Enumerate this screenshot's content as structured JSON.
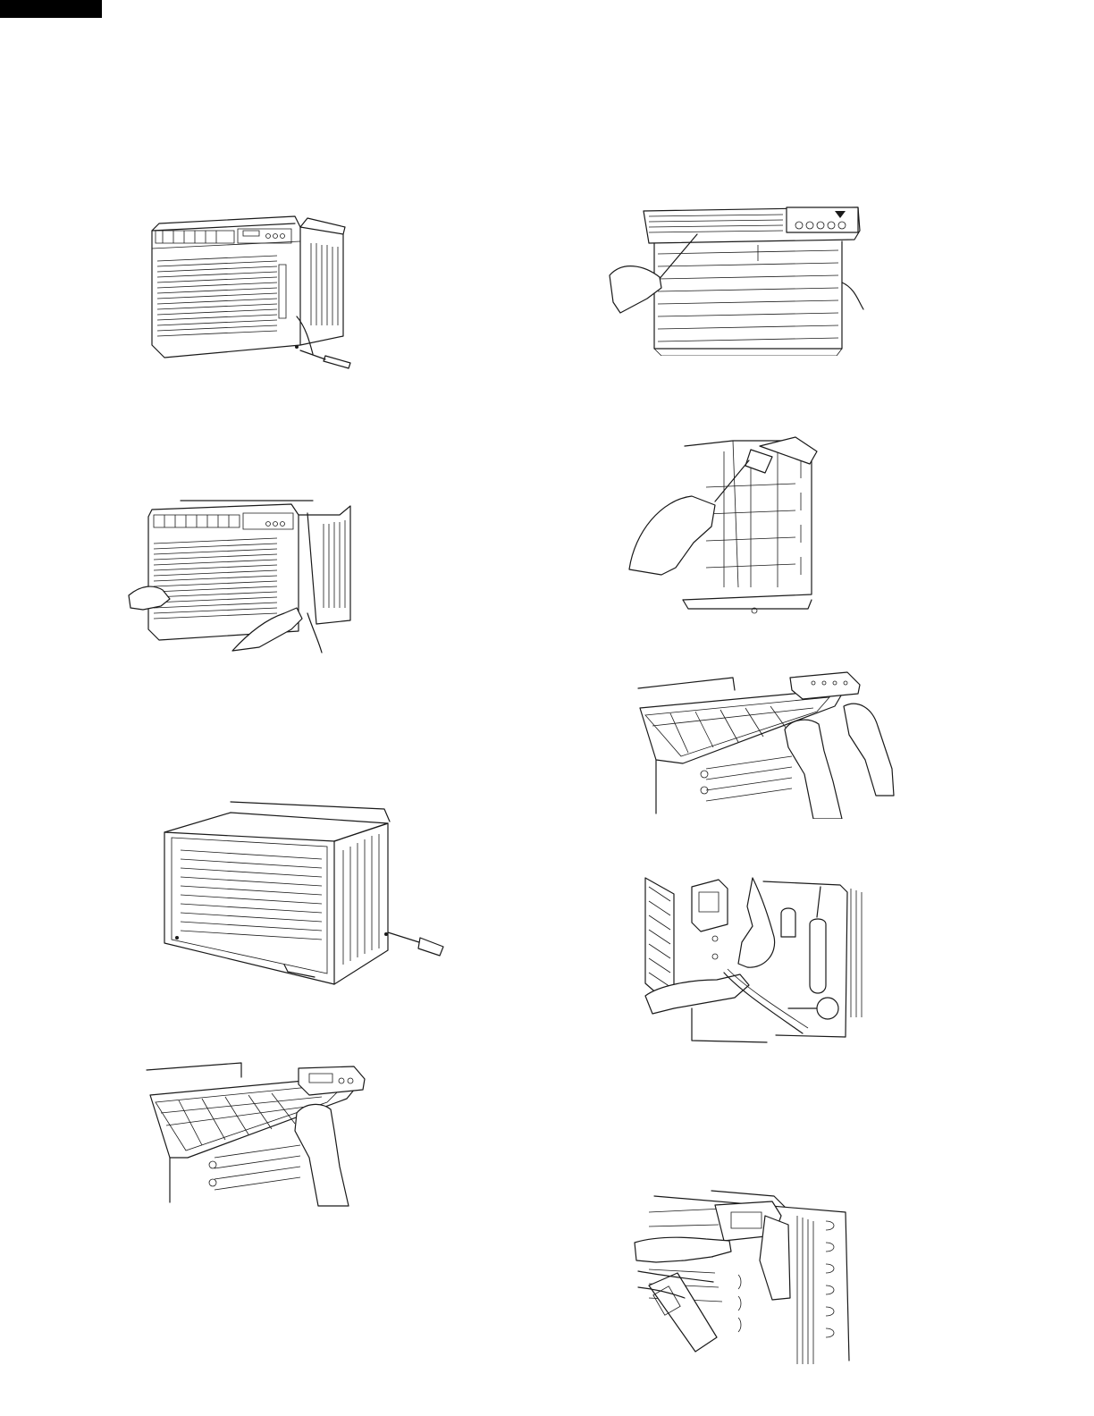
{
  "page": {
    "header_tab_color": "#000000",
    "line_color": "#1a1a1a",
    "background": "#ffffff"
  },
  "figures": [
    {
      "id": "front-screw",
      "icon": "air-conditioner-front-screw-removal-illustration"
    },
    {
      "id": "front-remove",
      "icon": "air-conditioner-front-panel-removal-illustration"
    },
    {
      "id": "rear-screw",
      "icon": "air-conditioner-rear-cabinet-screw-illustration"
    },
    {
      "id": "grille-lift",
      "icon": "grille-lift-illustration"
    },
    {
      "id": "top-screw",
      "icon": "control-panel-top-screw-illustration"
    },
    {
      "id": "side-screw",
      "icon": "evaporator-side-screw-illustration"
    },
    {
      "id": "panel-lift",
      "icon": "control-panel-lift-illustration"
    },
    {
      "id": "wiring",
      "icon": "wiring-disconnect-illustration"
    },
    {
      "id": "control-box",
      "icon": "control-box-removal-illustration"
    }
  ]
}
